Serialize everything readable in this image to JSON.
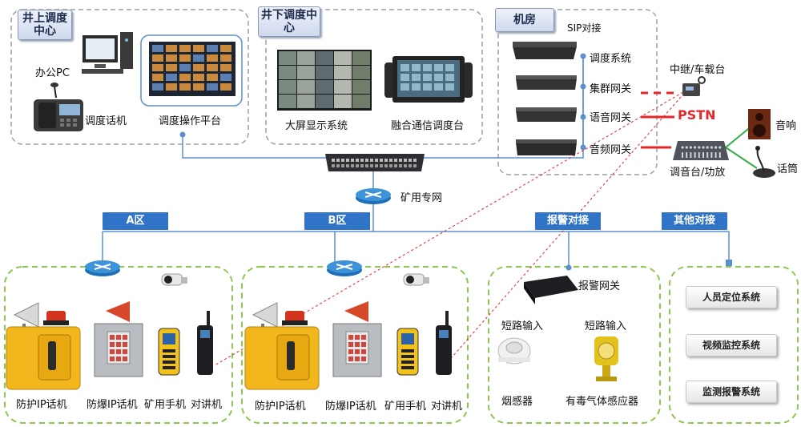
{
  "panels": {
    "surface_center": "井上调度中心",
    "underground_center": "井下调度中心",
    "machine_room": "机房"
  },
  "surface": {
    "office_pc": "办公PC",
    "dispatch_phone": "调度话机",
    "operation_platform": "调度操作平台"
  },
  "underground": {
    "display_system": "大屏显示系统",
    "fusion_console": "融合通信调度台"
  },
  "machine_room": {
    "sip": "SIP对接",
    "dispatch_system": "调度系统",
    "cluster_gateway": "集群网关",
    "voice_gateway": "语音网关",
    "audio_gateway": "音频网关"
  },
  "external": {
    "relay": "中继/车载台",
    "pstn": "PSTN",
    "mixer": "调音台/功放",
    "speaker": "音响",
    "microphone": "话筒"
  },
  "network": {
    "mine_net": "矿用专网"
  },
  "zones": {
    "a": "A区",
    "b": "B区",
    "alarm": "报警对接",
    "other": "其他对接"
  },
  "area_devices": {
    "ip_phone": "防护IP话机",
    "ex_phone": "防爆IP话机",
    "mine_phone": "矿用手机",
    "walkie": "对讲机"
  },
  "alarm": {
    "gateway": "报警网关",
    "short_input_1": "短路输入",
    "short_input_2": "短路输入",
    "smoke": "烟感器",
    "gas": "有毒气体感应器"
  },
  "systems": {
    "personnel": "人员定位系统",
    "video": "视频监控系统",
    "monitoring": "监测报警系统"
  }
}
